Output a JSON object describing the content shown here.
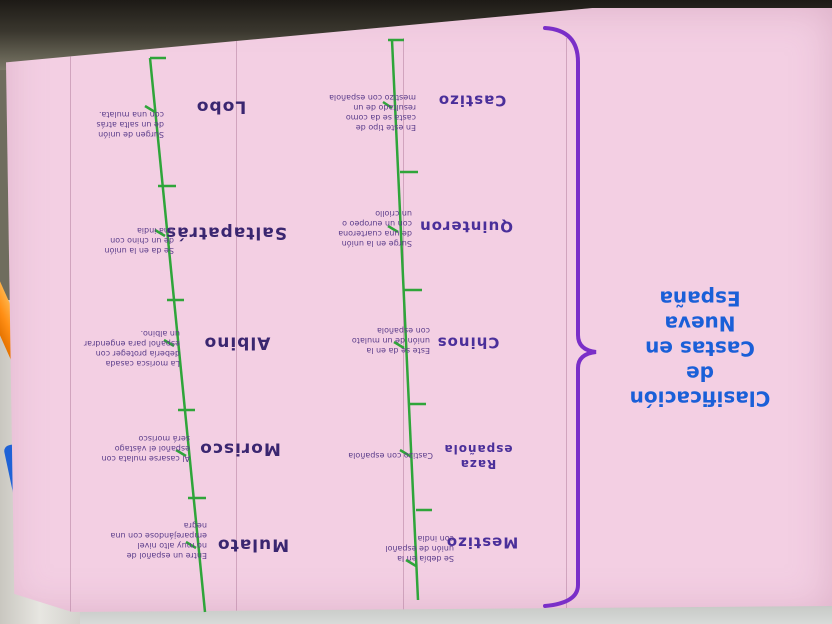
{
  "title": "Clasificación de\nCastas en Nueva\nEspaña",
  "castas_b": [
    {
      "name": "Mestizo",
      "desc": "Se debía en la\nunión de español\ncon india"
    },
    {
      "name": "Raza\nespañola",
      "desc": "Castizo con española"
    },
    {
      "name": "Chinos",
      "desc": "Este se da en la\nunión de un mulato\ncon española"
    },
    {
      "name": "Quinteron",
      "desc": "Surge en la unión\nde una cuarterona\ncon un europeo o\nun criollo"
    },
    {
      "name": "Castizo",
      "desc": "En este tipo de\ncasta se da como\nresultado de un\nmestizo con española"
    }
  ],
  "castas_p": [
    {
      "name": "Mulato",
      "desc": "Entre un español de\nno muy alto nivel\nemparejándose con una\nnegra"
    },
    {
      "name": "Morisco",
      "desc": "Al casarse mulata con\nespañol el vástago\nserá morisco"
    },
    {
      "name": "Albino",
      "desc": "La morisca casada\ndebería proteger con\nespañol para engendrar\nun albino."
    },
    {
      "name": "Saltapatrás",
      "desc": "Se da en la unión\nde un chino con\nuna india"
    },
    {
      "name": "Lobo",
      "desc": "Surgen de unión\nde un salta atrás\ncon una mulata."
    }
  ],
  "colors": {
    "paper": "#f3cfe3",
    "title_blue": "#1a5fd8",
    "brace_purple": "#7a2fc8",
    "brace_green": "#2fa53a",
    "ink_purple": "#4a2f9a"
  }
}
